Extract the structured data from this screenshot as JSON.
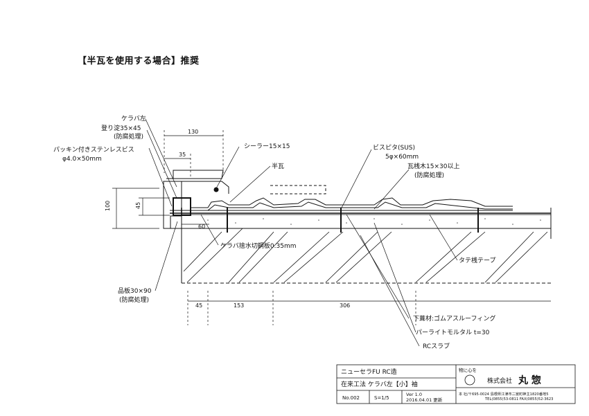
{
  "heading": "【半瓦を使用する場合】推奨",
  "labels": {
    "kerabaLeft": "ケラバ左",
    "noboriYodo": "登り淀35×45",
    "boufu1": "(防腐処理)",
    "packingScrew": "パッキン付きステンレスビス",
    "phiScrew": "φ4.0×50mm",
    "sealer": "シーラー15×15",
    "hangawara": "半瓦",
    "bisupita": "ビスピタ(SUS)",
    "bisupitaSize": "5φ×60mm",
    "kawarasan": "瓦桟木15×30以上",
    "boufu2": "(防腐処理)",
    "kerabaPlate": "ケラバ捨水切鋼板0.35mm",
    "tatesanTape": "タテ桟テープ",
    "hanaita": "品板30×90",
    "boufu3": "(防腐処理)",
    "shitabuki": "下葺材:ゴムアスルーフィング",
    "perlite": "パーライトモルタル t=30",
    "rcSlab": "RCスラブ"
  },
  "dims": {
    "d130": "130",
    "d35": "35",
    "d100": "100",
    "d45v": "45",
    "d60": "60",
    "d45": "45",
    "d153": "153",
    "d306": "306"
  },
  "titleBlock": {
    "product": "ニューセラFU RC造",
    "method": "在来工法 ケラバ左【小】袖",
    "number": "No.002",
    "scale": "S=1/5",
    "version": "Ver 1.0",
    "date": "2016.04.01 更新",
    "motto": "物に心を",
    "company": "株式会社",
    "companyName": "丸 惣",
    "address": "本 社/〒695-0024 島根県江津市二宮町神主1820番地5",
    "tel": "TEL(0855)53-0811 FAX(0855)52-3623"
  }
}
